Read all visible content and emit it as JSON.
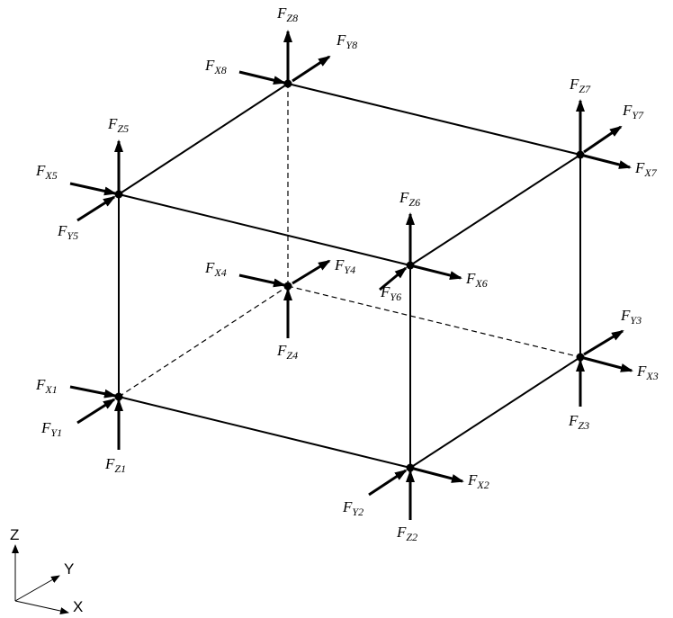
{
  "nodes": [
    {
      "id": "1",
      "fx": {
        "sym": "F",
        "sub": "X1"
      },
      "fy": {
        "sym": "F",
        "sub": "Y1"
      },
      "fz": {
        "sym": "F",
        "sub": "Z1"
      }
    },
    {
      "id": "2",
      "fx": {
        "sym": "F",
        "sub": "X2"
      },
      "fy": {
        "sym": "F",
        "sub": "Y2"
      },
      "fz": {
        "sym": "F",
        "sub": "Z2"
      }
    },
    {
      "id": "3",
      "fx": {
        "sym": "F",
        "sub": "X3"
      },
      "fy": {
        "sym": "F",
        "sub": "Y3"
      },
      "fz": {
        "sym": "F",
        "sub": "Z3"
      }
    },
    {
      "id": "4",
      "fx": {
        "sym": "F",
        "sub": "X4"
      },
      "fy": {
        "sym": "F",
        "sub": "Y4"
      },
      "fz": {
        "sym": "F",
        "sub": "Z4"
      }
    },
    {
      "id": "5",
      "fx": {
        "sym": "F",
        "sub": "X5"
      },
      "fy": {
        "sym": "F",
        "sub": "Y5"
      },
      "fz": {
        "sym": "F",
        "sub": "Z5"
      }
    },
    {
      "id": "6",
      "fx": {
        "sym": "F",
        "sub": "X6"
      },
      "fy": {
        "sym": "F",
        "sub": "Y6"
      },
      "fz": {
        "sym": "F",
        "sub": "Z6"
      }
    },
    {
      "id": "7",
      "fx": {
        "sym": "F",
        "sub": "X7"
      },
      "fy": {
        "sym": "F",
        "sub": "Y7"
      },
      "fz": {
        "sym": "F",
        "sub": "Z7"
      }
    },
    {
      "id": "8",
      "fx": {
        "sym": "F",
        "sub": "X8"
      },
      "fy": {
        "sym": "F",
        "sub": "Y8"
      },
      "fz": {
        "sym": "F",
        "sub": "Z8"
      }
    }
  ],
  "axes": {
    "z": "Z",
    "y": "Y",
    "x": "X"
  },
  "colors": {
    "stroke": "#000000",
    "background": "#ffffff"
  }
}
